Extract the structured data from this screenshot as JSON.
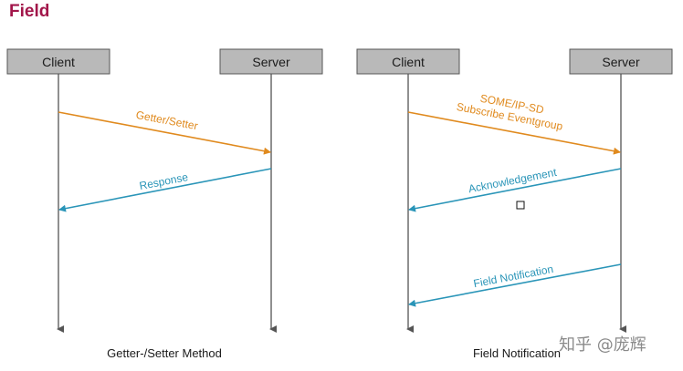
{
  "title": "Field",
  "colors": {
    "accent": "#a2164a",
    "request": "#e08a1e",
    "response": "#2a95b8"
  },
  "left_diagram": {
    "client": "Client",
    "server": "Server",
    "request": "Getter/Setter",
    "response": "Response",
    "caption": "Getter-/Setter Method"
  },
  "right_diagram": {
    "client": "Client",
    "server": "Server",
    "request_line1": "SOME/IP-SD",
    "request_line2": "Subscribe Eventgroup",
    "acknowledgement": "Acknowledgement",
    "notification": "Field Notification",
    "caption": "Field Notification"
  },
  "watermark": "知乎 @庞辉"
}
